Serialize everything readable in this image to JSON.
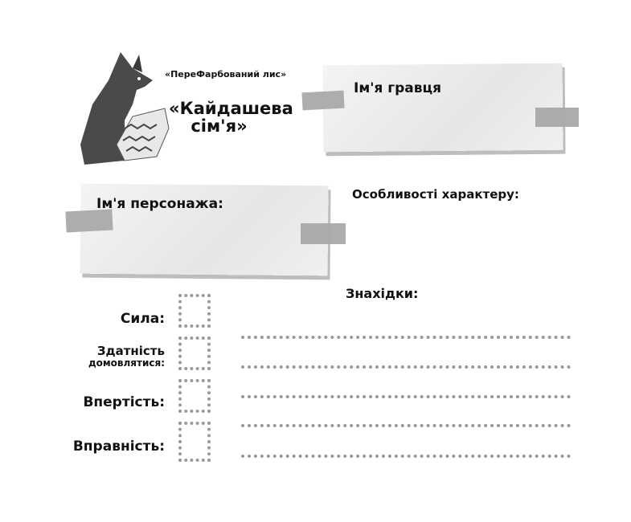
{
  "header": {
    "subtitle": "«ПереФарбований лис»",
    "title_line1": "«Кайдашева",
    "title_line2": "сім'я»"
  },
  "cards": {
    "player_name_label": "Ім'я гравця",
    "character_name_label": "Ім'я персонажа:"
  },
  "traits_label": "Особливості характеру:",
  "findings_label": "Знахідки:",
  "stats": [
    {
      "label": "Сила:"
    },
    {
      "label_line1": "Здатність",
      "label_line2": "домовлятися:"
    },
    {
      "label": "Впертість:"
    },
    {
      "label": "Вправність:"
    }
  ]
}
